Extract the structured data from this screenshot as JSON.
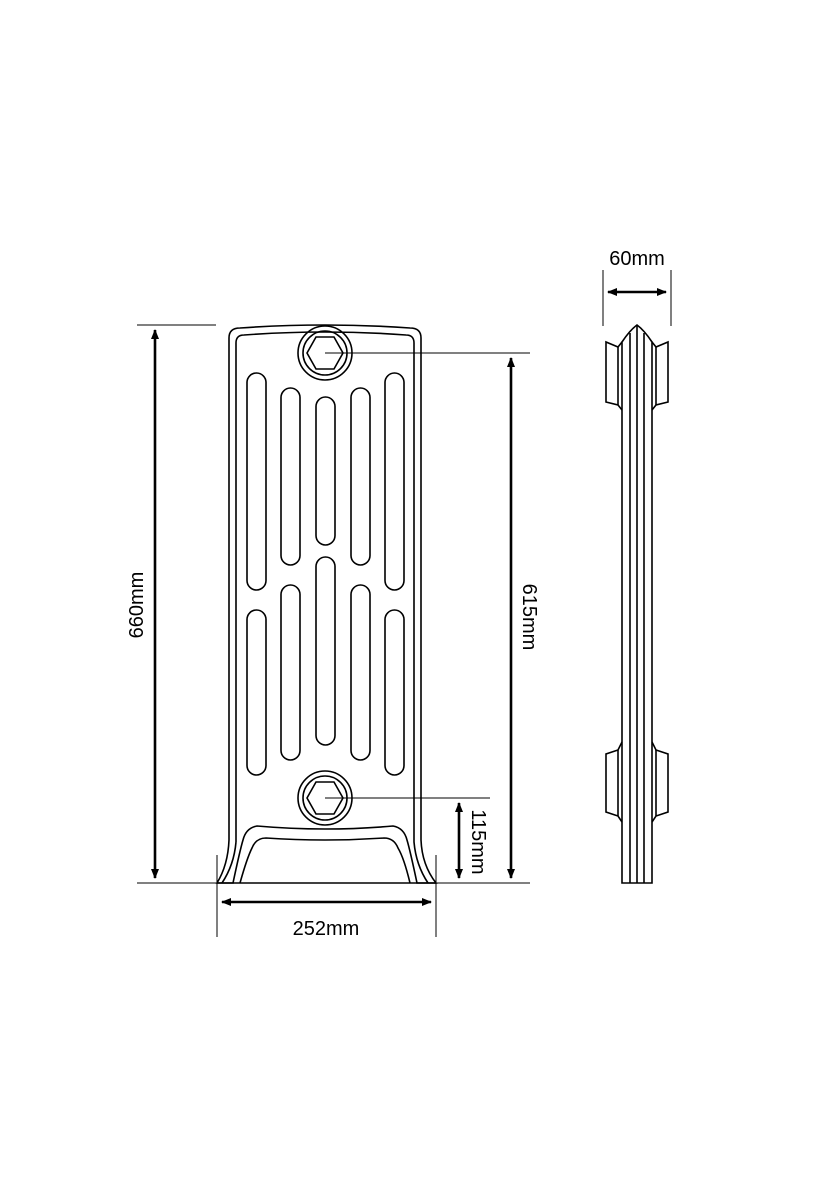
{
  "dimensions": {
    "height_total": "660mm",
    "height_centres": "615mm",
    "height_connection": "115mm",
    "width": "252mm",
    "depth": "60mm"
  },
  "colors": {
    "line": "#000000",
    "background": "#ffffff"
  }
}
